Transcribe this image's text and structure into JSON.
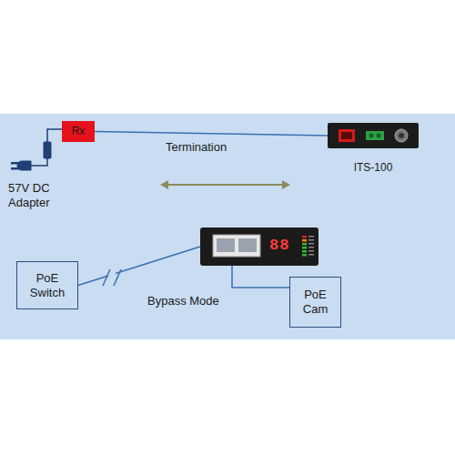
{
  "diagram": {
    "nodes": [
      {
        "text": [
          "Rx"
        ]
      },
      {
        "text": [
          "ITS-100"
        ]
      },
      {
        "text": [
          "PoE Switch"
        ]
      },
      {
        "text": [
          "88"
        ]
      },
      {
        "text": [
          "PoE Cam"
        ]
      }
    ],
    "edges": [
      {
        "from": 0,
        "to": 1,
        "arrow": "none"
      },
      {
        "from": 2,
        "to": 3,
        "arrow": "none"
      },
      {
        "from": 3,
        "to": 4,
        "arrow": "none"
      }
    ],
    "labels": [
      "57V DC Adapter",
      "Termination",
      "Bypass Mode"
    ]
  }
}
